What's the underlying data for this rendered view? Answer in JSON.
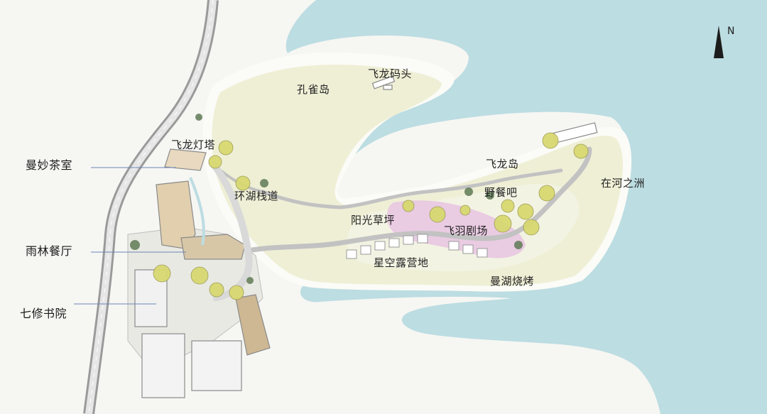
{
  "map": {
    "north_label": "N",
    "colors": {
      "water": "#bcdde2",
      "land": "#efefd6",
      "land_light": "#f4f4e6",
      "shore": "#fbfbf7",
      "path": "#c2c2c2",
      "pink": "#e9cbe2",
      "tree": "#d8d871",
      "road": "#9a9a9a"
    },
    "labels": [
      {
        "key": "feilong-pier",
        "text": "飞龙码头"
      },
      {
        "key": "peacock-island",
        "text": "孔雀岛"
      },
      {
        "key": "feilong-lighthouse",
        "text": "飞龙灯塔"
      },
      {
        "key": "lakeside-boardwalk",
        "text": "环湖栈道"
      },
      {
        "key": "feilong-island",
        "text": "飞龙岛"
      },
      {
        "key": "picnic-bar",
        "text": "野餐吧"
      },
      {
        "key": "river-islet",
        "text": "在河之洲"
      },
      {
        "key": "sunshine-lawn",
        "text": "阳光草坪"
      },
      {
        "key": "feiyu-theater",
        "text": "飞羽剧场"
      },
      {
        "key": "starry-campsite",
        "text": "星空露营地"
      },
      {
        "key": "lake-bbq",
        "text": "曼湖烧烤"
      }
    ],
    "side_labels": [
      {
        "key": "teahouse",
        "text": "曼妙茶室"
      },
      {
        "key": "rainforest-restaurant",
        "text": "雨林餐厅"
      },
      {
        "key": "qixiu-academy",
        "text": "七修书院"
      }
    ]
  }
}
